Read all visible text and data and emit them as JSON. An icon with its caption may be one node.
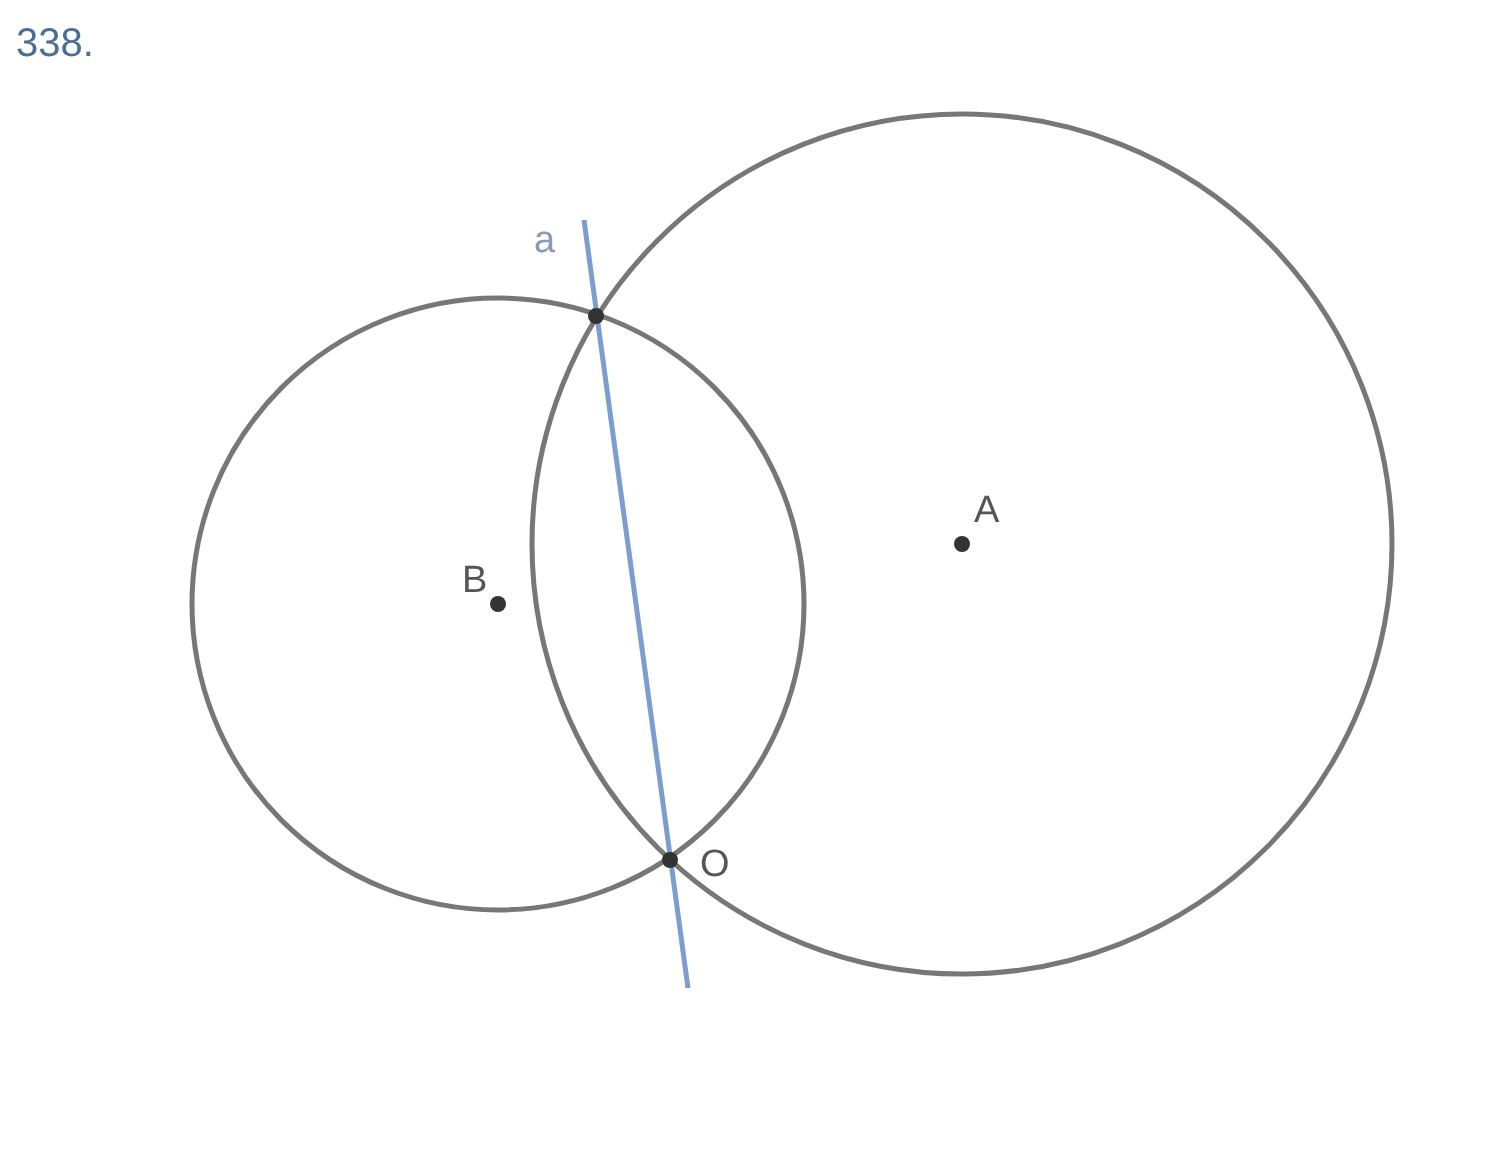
{
  "diagram": {
    "title": "338.",
    "labels": [
      "a",
      "A",
      "B",
      "O"
    ]
  }
}
